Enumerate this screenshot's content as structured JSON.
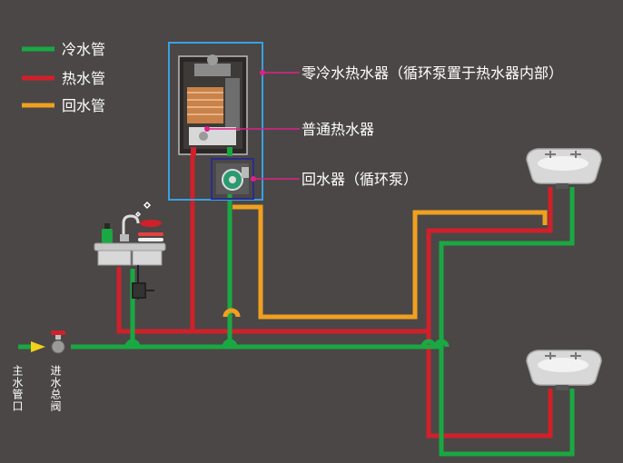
{
  "legend": [
    {
      "label": "冷水管",
      "color": "#1aa843"
    },
    {
      "label": "热水管",
      "color": "#d0202a"
    },
    {
      "label": "回水管",
      "color": "#f0a020"
    }
  ],
  "labels": {
    "zero_cold_heater": "零冷水热水器（循环泵置于热水器内部）",
    "normal_heater": "普通热水器",
    "return_device": "回水器（循环泵）",
    "main_pipe": "主水管口",
    "main_valve": "进水总阀"
  },
  "colors": {
    "background": "#4a4746",
    "cold": "#1aa843",
    "hot": "#d0202a",
    "return": "#f0a020",
    "callout": "#e0208a",
    "heater_frame": "#3aa0e0",
    "pump_frame": "#2c2c8a"
  }
}
